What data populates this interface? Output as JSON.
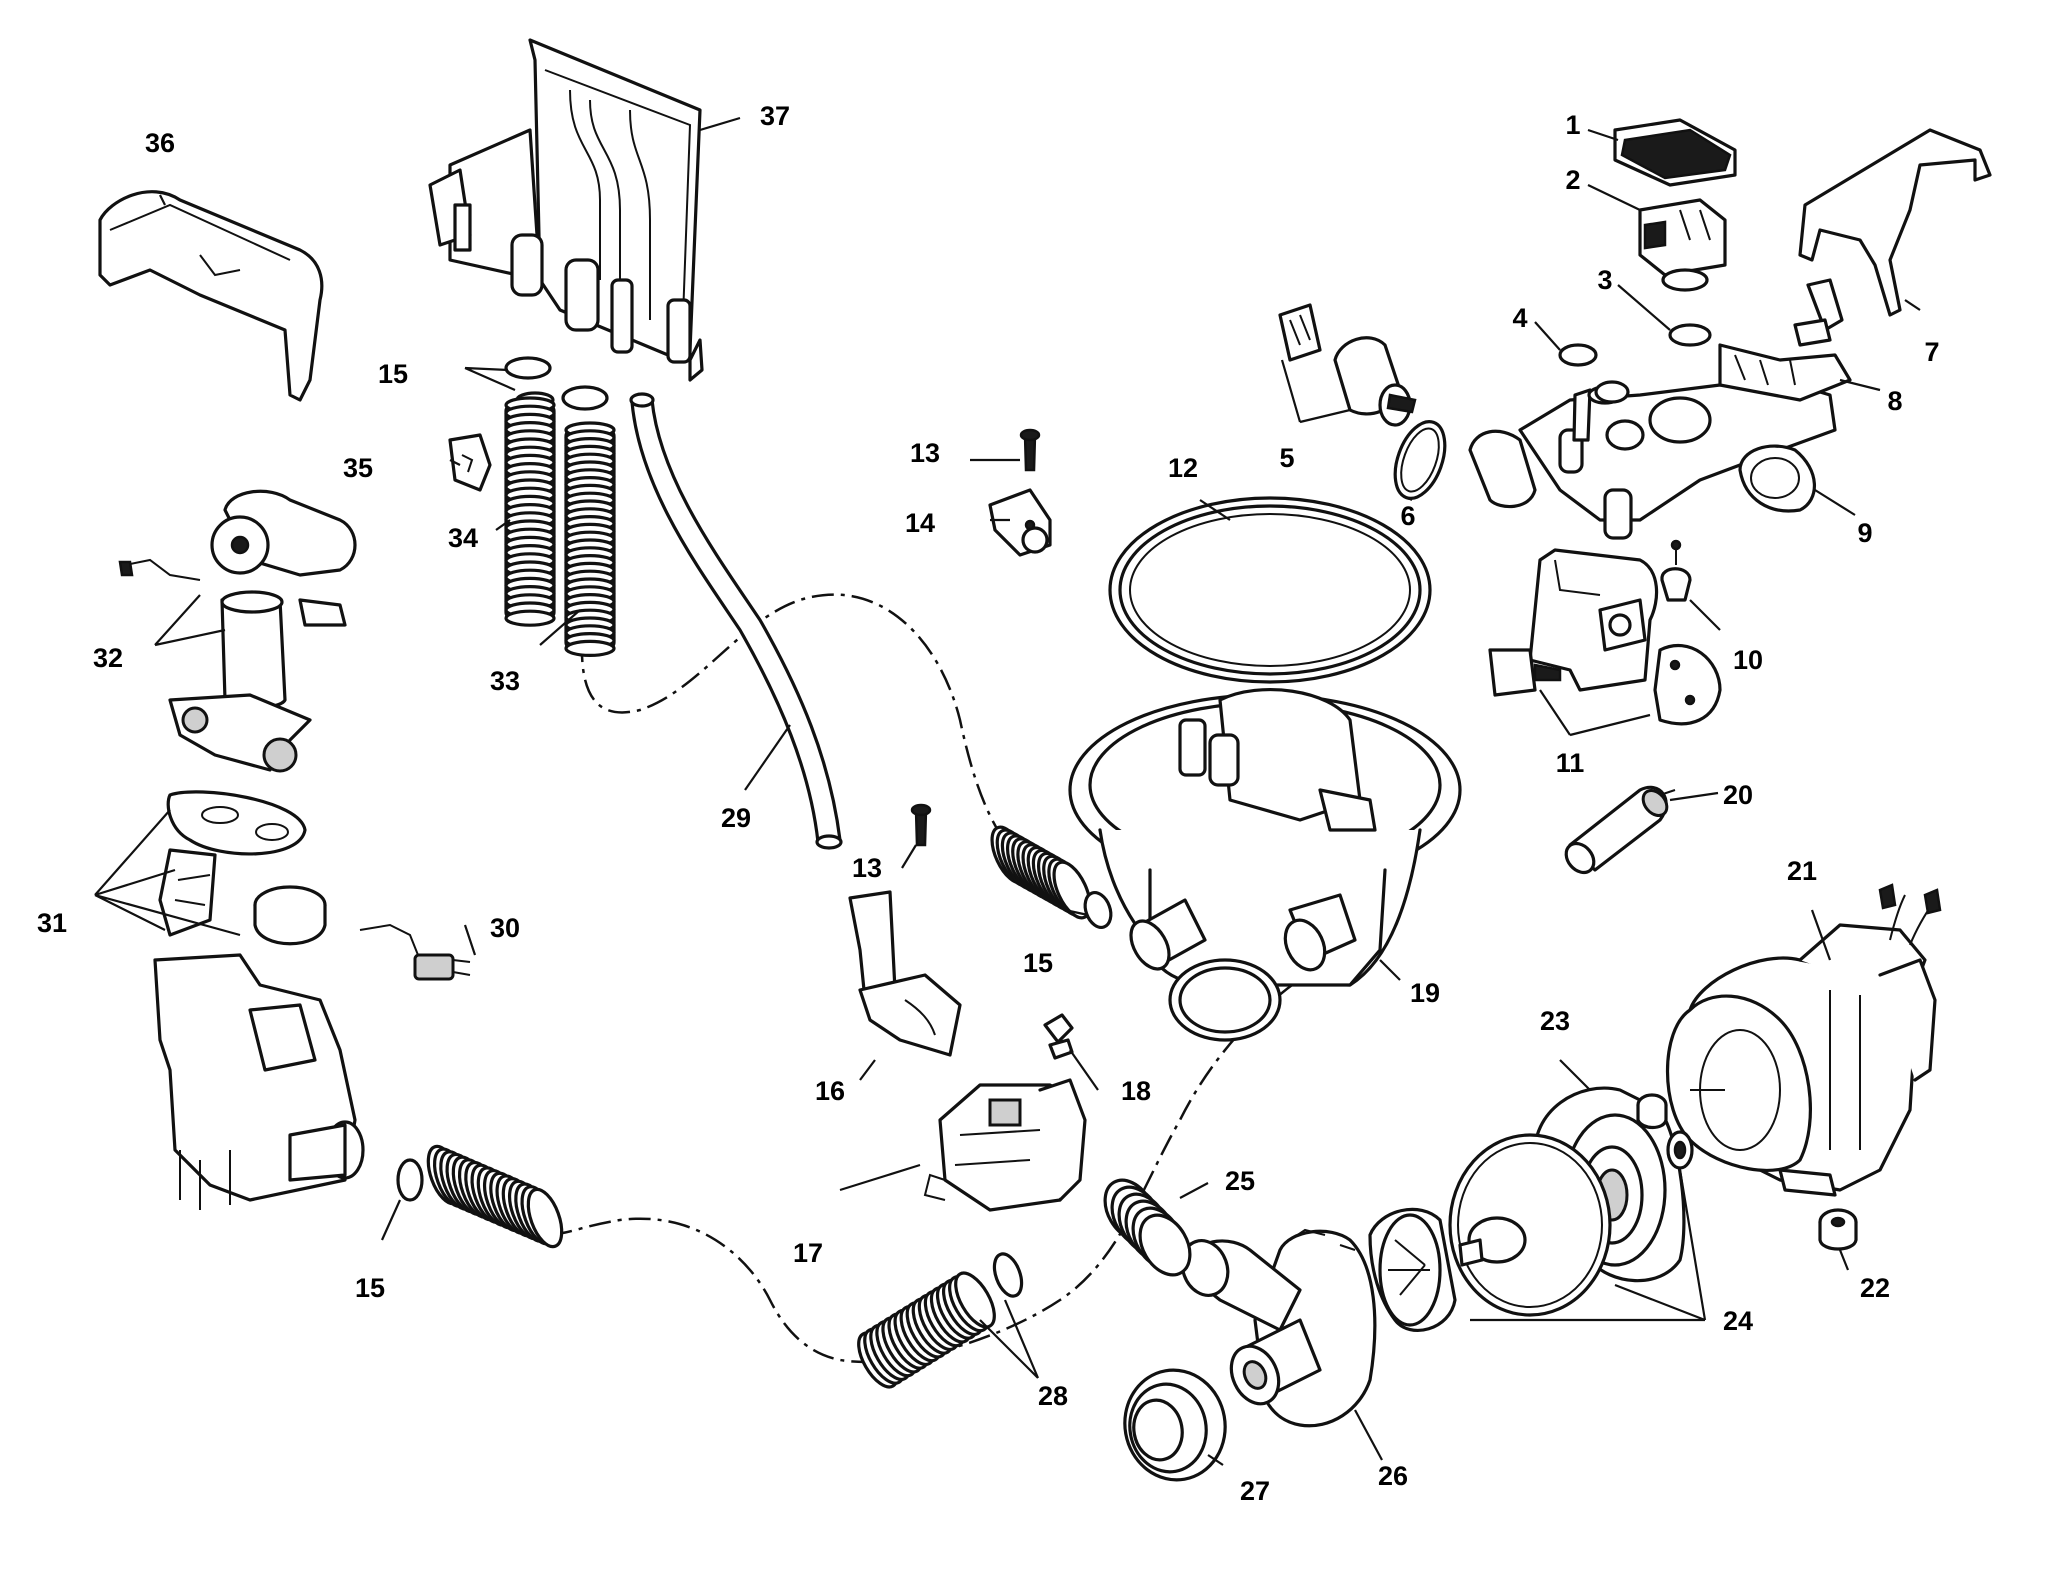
{
  "callouts": [
    {
      "id": "c1",
      "label": "1"
    },
    {
      "id": "c2",
      "label": "2"
    },
    {
      "id": "c3",
      "label": "3"
    },
    {
      "id": "c4",
      "label": "4"
    },
    {
      "id": "c5",
      "label": "5"
    },
    {
      "id": "c6",
      "label": "6"
    },
    {
      "id": "c7",
      "label": "7"
    },
    {
      "id": "c8",
      "label": "8"
    },
    {
      "id": "c9",
      "label": "9"
    },
    {
      "id": "c10",
      "label": "10"
    },
    {
      "id": "c11",
      "label": "11"
    },
    {
      "id": "c12",
      "label": "12"
    },
    {
      "id": "c13a",
      "label": "13"
    },
    {
      "id": "c13b",
      "label": "13"
    },
    {
      "id": "c14",
      "label": "14"
    },
    {
      "id": "c15a",
      "label": "15"
    },
    {
      "id": "c15b",
      "label": "15"
    },
    {
      "id": "c15c",
      "label": "15"
    },
    {
      "id": "c16",
      "label": "16"
    },
    {
      "id": "c17",
      "label": "17"
    },
    {
      "id": "c18",
      "label": "18"
    },
    {
      "id": "c19",
      "label": "19"
    },
    {
      "id": "c20",
      "label": "20"
    },
    {
      "id": "c21",
      "label": "21"
    },
    {
      "id": "c22",
      "label": "22"
    },
    {
      "id": "c23",
      "label": "23"
    },
    {
      "id": "c24",
      "label": "24"
    },
    {
      "id": "c25",
      "label": "25"
    },
    {
      "id": "c26",
      "label": "26"
    },
    {
      "id": "c27",
      "label": "27"
    },
    {
      "id": "c28",
      "label": "28"
    },
    {
      "id": "c29",
      "label": "29"
    },
    {
      "id": "c30",
      "label": "30"
    },
    {
      "id": "c31",
      "label": "31"
    },
    {
      "id": "c32",
      "label": "32"
    },
    {
      "id": "c33",
      "label": "33"
    },
    {
      "id": "c34",
      "label": "34"
    },
    {
      "id": "c35",
      "label": "35"
    },
    {
      "id": "c36",
      "label": "36"
    },
    {
      "id": "c37",
      "label": "37"
    }
  ]
}
